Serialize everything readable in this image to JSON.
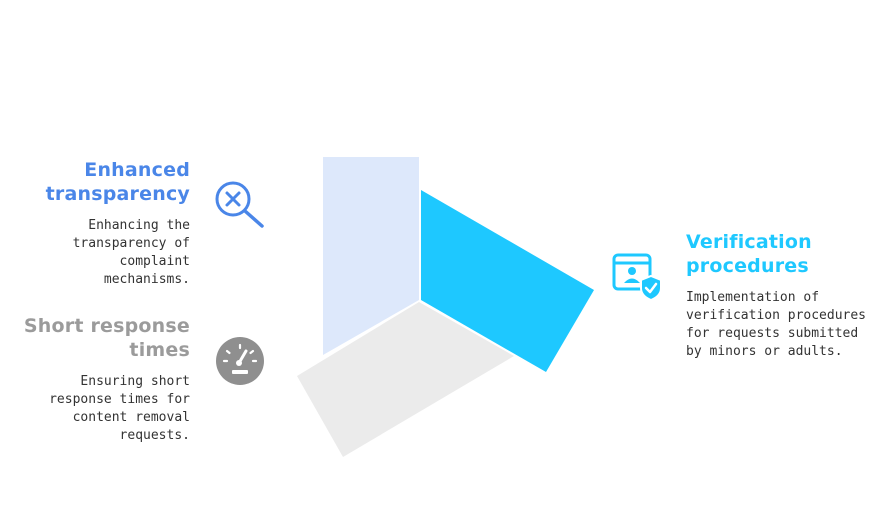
{
  "colors": {
    "transparency": "#4a86e8",
    "verification": "#1ec8ff",
    "response": "#9b9b9b",
    "panel_light_blue": "#dde8fb",
    "panel_cyan": "#1ec8ff",
    "panel_gray": "#ebebeb"
  },
  "items": [
    {
      "id": "transparency",
      "title_line1": "Enhanced",
      "title_line2": "transparency",
      "desc_lines": [
        "Enhancing the",
        "transparency of",
        "complaint",
        "mechanisms."
      ],
      "icon": "magnifier-x-icon"
    },
    {
      "id": "response",
      "title_line1": "Short response",
      "title_line2": "times",
      "desc_lines": [
        "Ensuring short",
        "response times for",
        "content removal",
        "requests."
      ],
      "icon": "speedometer-icon"
    },
    {
      "id": "verification",
      "title_line1": "Verification",
      "title_line2": "procedures",
      "desc_lines": [
        "Implementation of",
        "verification procedures",
        "for requests submitted",
        "by minors or adults."
      ],
      "icon": "id-card-check-icon"
    }
  ]
}
